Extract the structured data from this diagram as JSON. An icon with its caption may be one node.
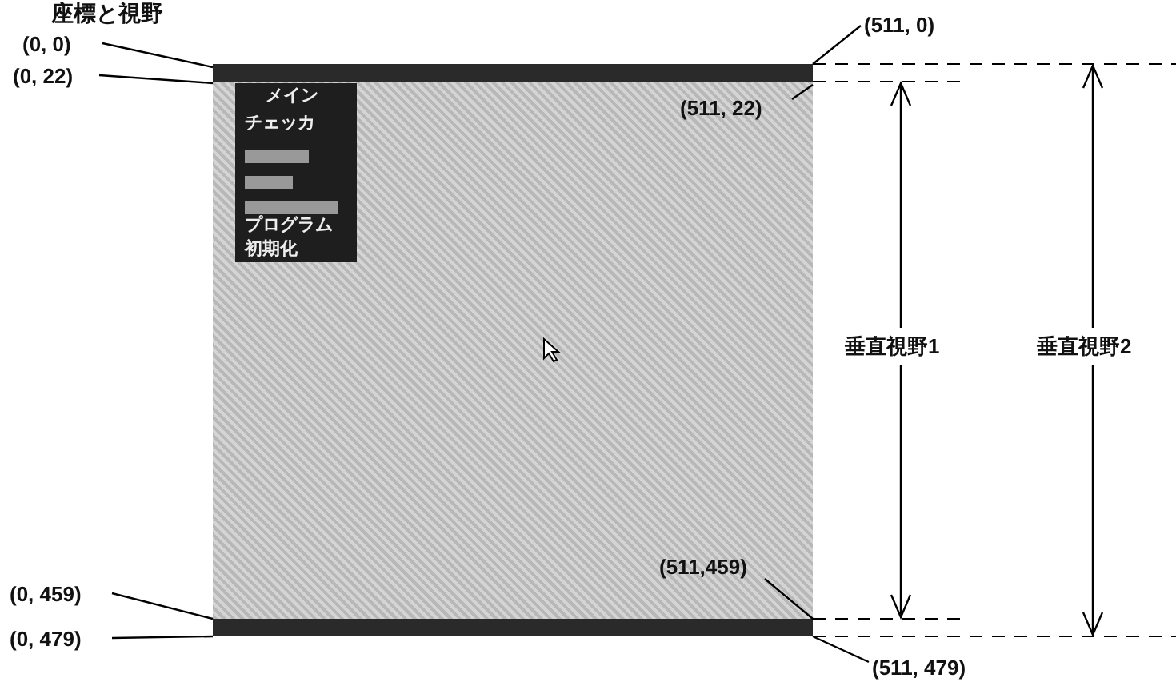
{
  "diagram": {
    "title": "座標と視野",
    "nodes": [
      {
        "text": [
          "(0, 0)"
        ]
      },
      {
        "text": [
          "(0, 22)"
        ]
      },
      {
        "text": [
          "(511, 0)"
        ]
      },
      {
        "text": [
          "(511, 22)"
        ]
      },
      {
        "text": [
          "(511,459)"
        ]
      },
      {
        "text": [
          "(0, 459)"
        ]
      },
      {
        "text": [
          "(0, 479)"
        ]
      },
      {
        "text": [
          "(511, 479)"
        ]
      }
    ],
    "edges": [
      {
        "from": 0,
        "to": null,
        "arrow": "none"
      },
      {
        "from": 1,
        "to": null,
        "arrow": "none"
      },
      {
        "from": 2,
        "to": null,
        "arrow": "none"
      },
      {
        "from": 3,
        "to": null,
        "arrow": "none"
      },
      {
        "from": 4,
        "to": null,
        "arrow": "none"
      },
      {
        "from": 5,
        "to": null,
        "arrow": "none"
      },
      {
        "from": 6,
        "to": null,
        "arrow": "none"
      },
      {
        "from": 7,
        "to": null,
        "arrow": "none"
      }
    ],
    "labels": [
      "メイン",
      "チェッカ",
      "プログラム",
      "初期化",
      "垂直視野1",
      "垂直視野2"
    ]
  }
}
